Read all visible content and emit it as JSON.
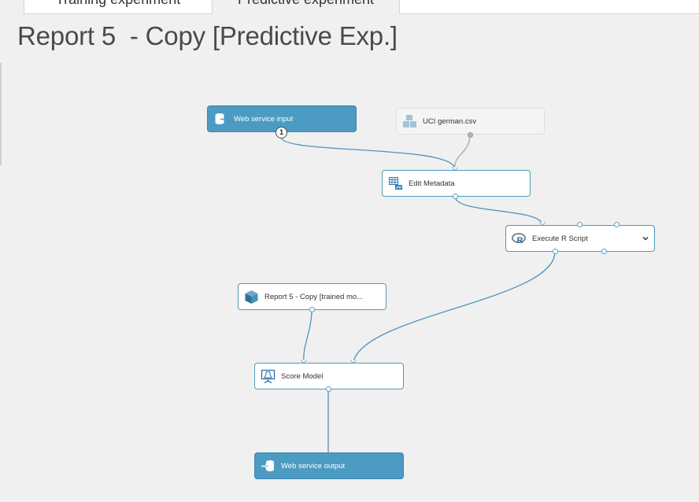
{
  "tabs": [
    {
      "label": "Training experiment"
    },
    {
      "label": "Predictive experiment"
    },
    {
      "label": ""
    }
  ],
  "page": {
    "title": "Report 5  - Copy [Predictive Exp.]"
  },
  "modules": {
    "web_service_input": {
      "label": "Web service input",
      "icon": "web-service-input-icon",
      "port_badge": "1"
    },
    "uci_german": {
      "label": "UCI german.csv",
      "icon": "dataset-icon"
    },
    "edit_metadata": {
      "label": "Edit Metadata",
      "icon": "edit-metadata-icon"
    },
    "execute_r_script": {
      "label": "Execute R Script",
      "icon": "r-logo-icon"
    },
    "trained_model": {
      "label": "Report 5 - Copy [trained mo...",
      "icon": "trained-model-cube-icon"
    },
    "score_model": {
      "label": "Score Model",
      "icon": "score-model-icon"
    },
    "web_service_output": {
      "label": "Web service output",
      "icon": "web-service-output-icon"
    }
  },
  "colors": {
    "accent": "#4b9bc2",
    "wire": "#4e95bf",
    "canvas": "#f0f0f0",
    "ghost_wire": "#a9a9a9"
  }
}
